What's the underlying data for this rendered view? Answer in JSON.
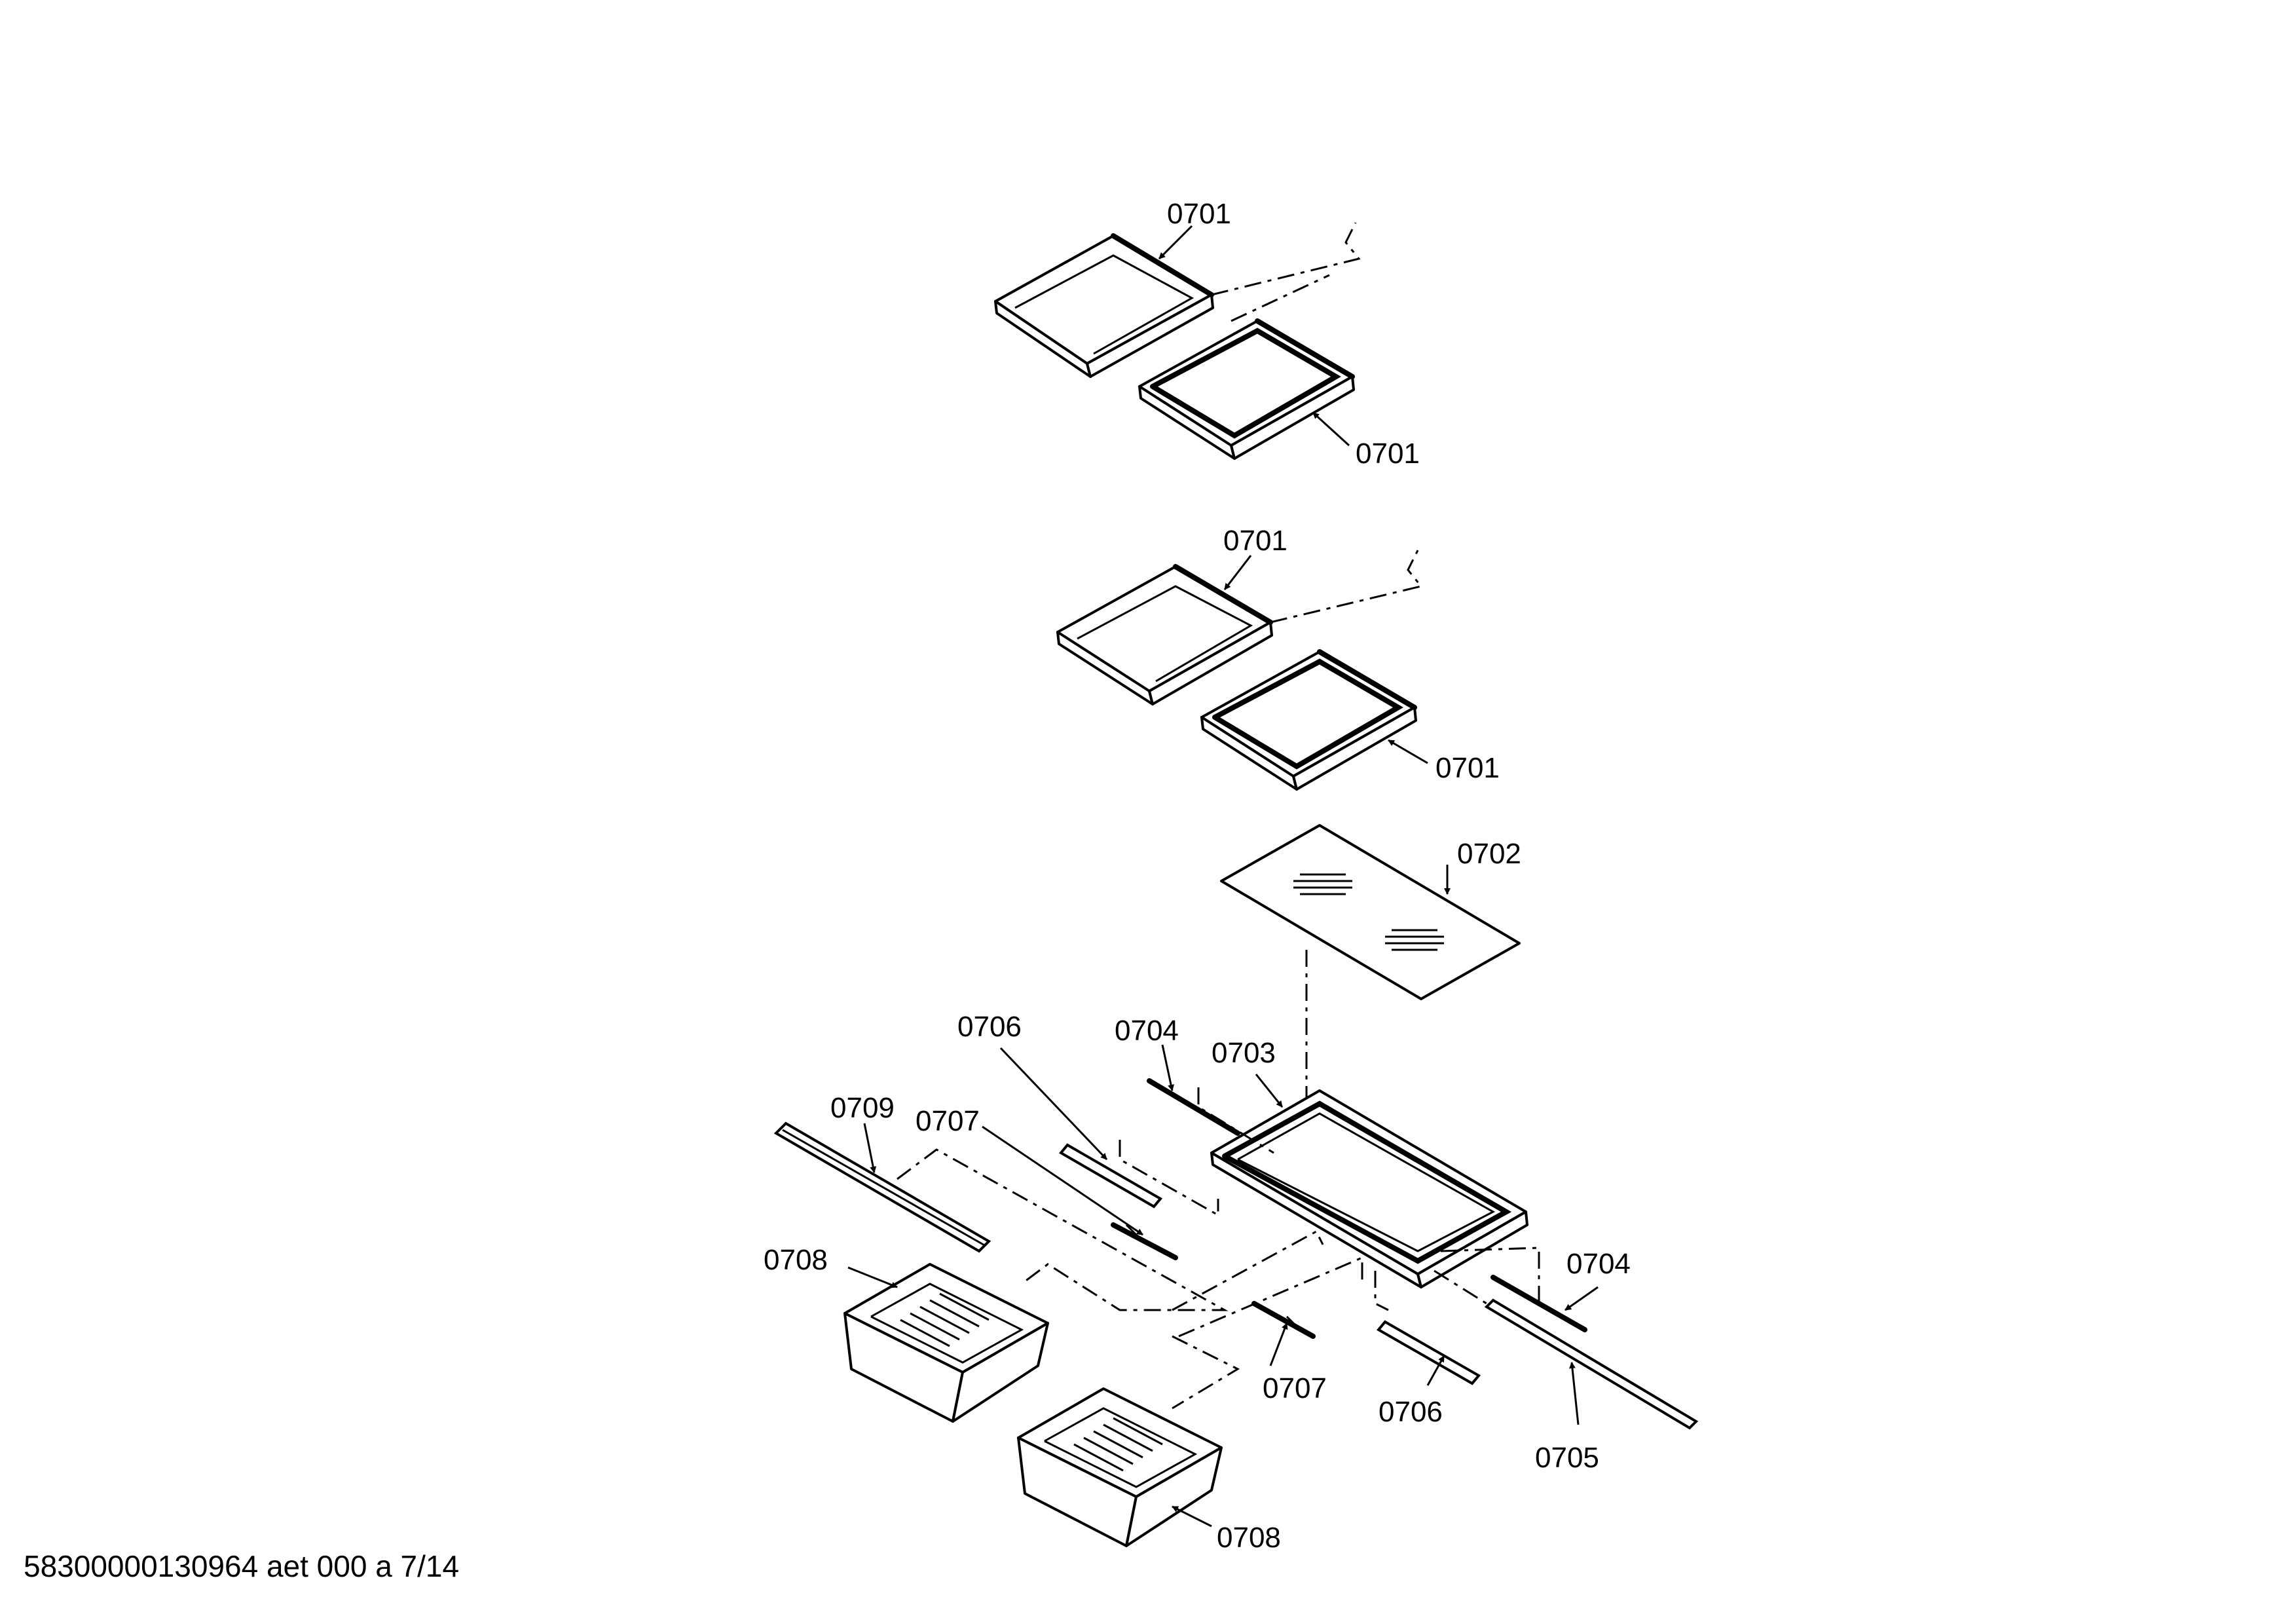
{
  "callouts": {
    "shelf_a1": "0701",
    "shelf_a2": "0701",
    "shelf_b1": "0701",
    "shelf_b2": "0701",
    "glass_top": "0702",
    "frame": "0703",
    "rail_left": "0704",
    "rail_right": "0704",
    "bottom_rail": "0705",
    "slide_left": "0706",
    "slide_right": "0706",
    "clip_left": "0707",
    "clip_right": "0707",
    "drawer_left": "0708",
    "drawer_right": "0708",
    "cover_strip": "0709"
  },
  "footer": "58300000130964 aet 000 a 7/14"
}
